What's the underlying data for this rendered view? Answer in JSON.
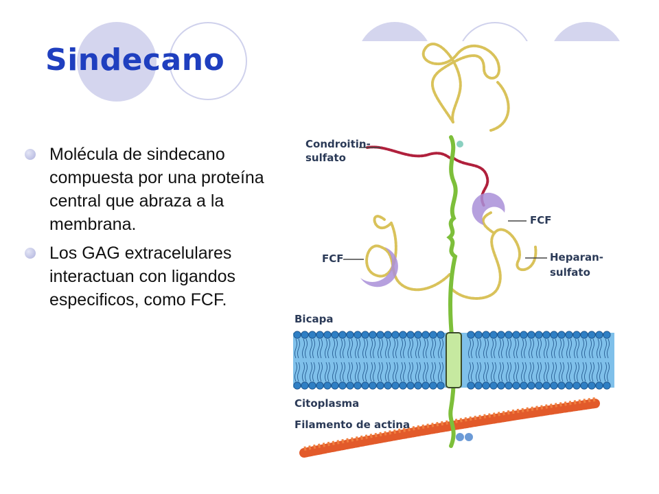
{
  "slide": {
    "title": "Sindecano",
    "bullets": [
      "Molécula de sindecano compuesta por una proteína central que abraza a la membrana.",
      "Los GAG extracelulares interactuan con ligandos especificos, como FCF."
    ]
  },
  "diagram": {
    "labels": {
      "chondroitin": [
        "Condroitin-",
        "sulfato"
      ],
      "fcf_left": "FCF",
      "fcf_right": "FCF",
      "heparan": [
        "Heparan-",
        "sulfato"
      ],
      "bilayer": "Bicapa",
      "cytoplasm": "Citoplasma",
      "actin": "Filamento de actina"
    },
    "colors": {
      "title": "#1f3fbf",
      "core_protein": "#7dbf3a",
      "heparan_chain": "#d9c25a",
      "chondroitin_chain": "#b0203c",
      "fcf": "#a98fd8",
      "membrane": "#4aa0d8",
      "actin": "#e25a2a"
    }
  }
}
